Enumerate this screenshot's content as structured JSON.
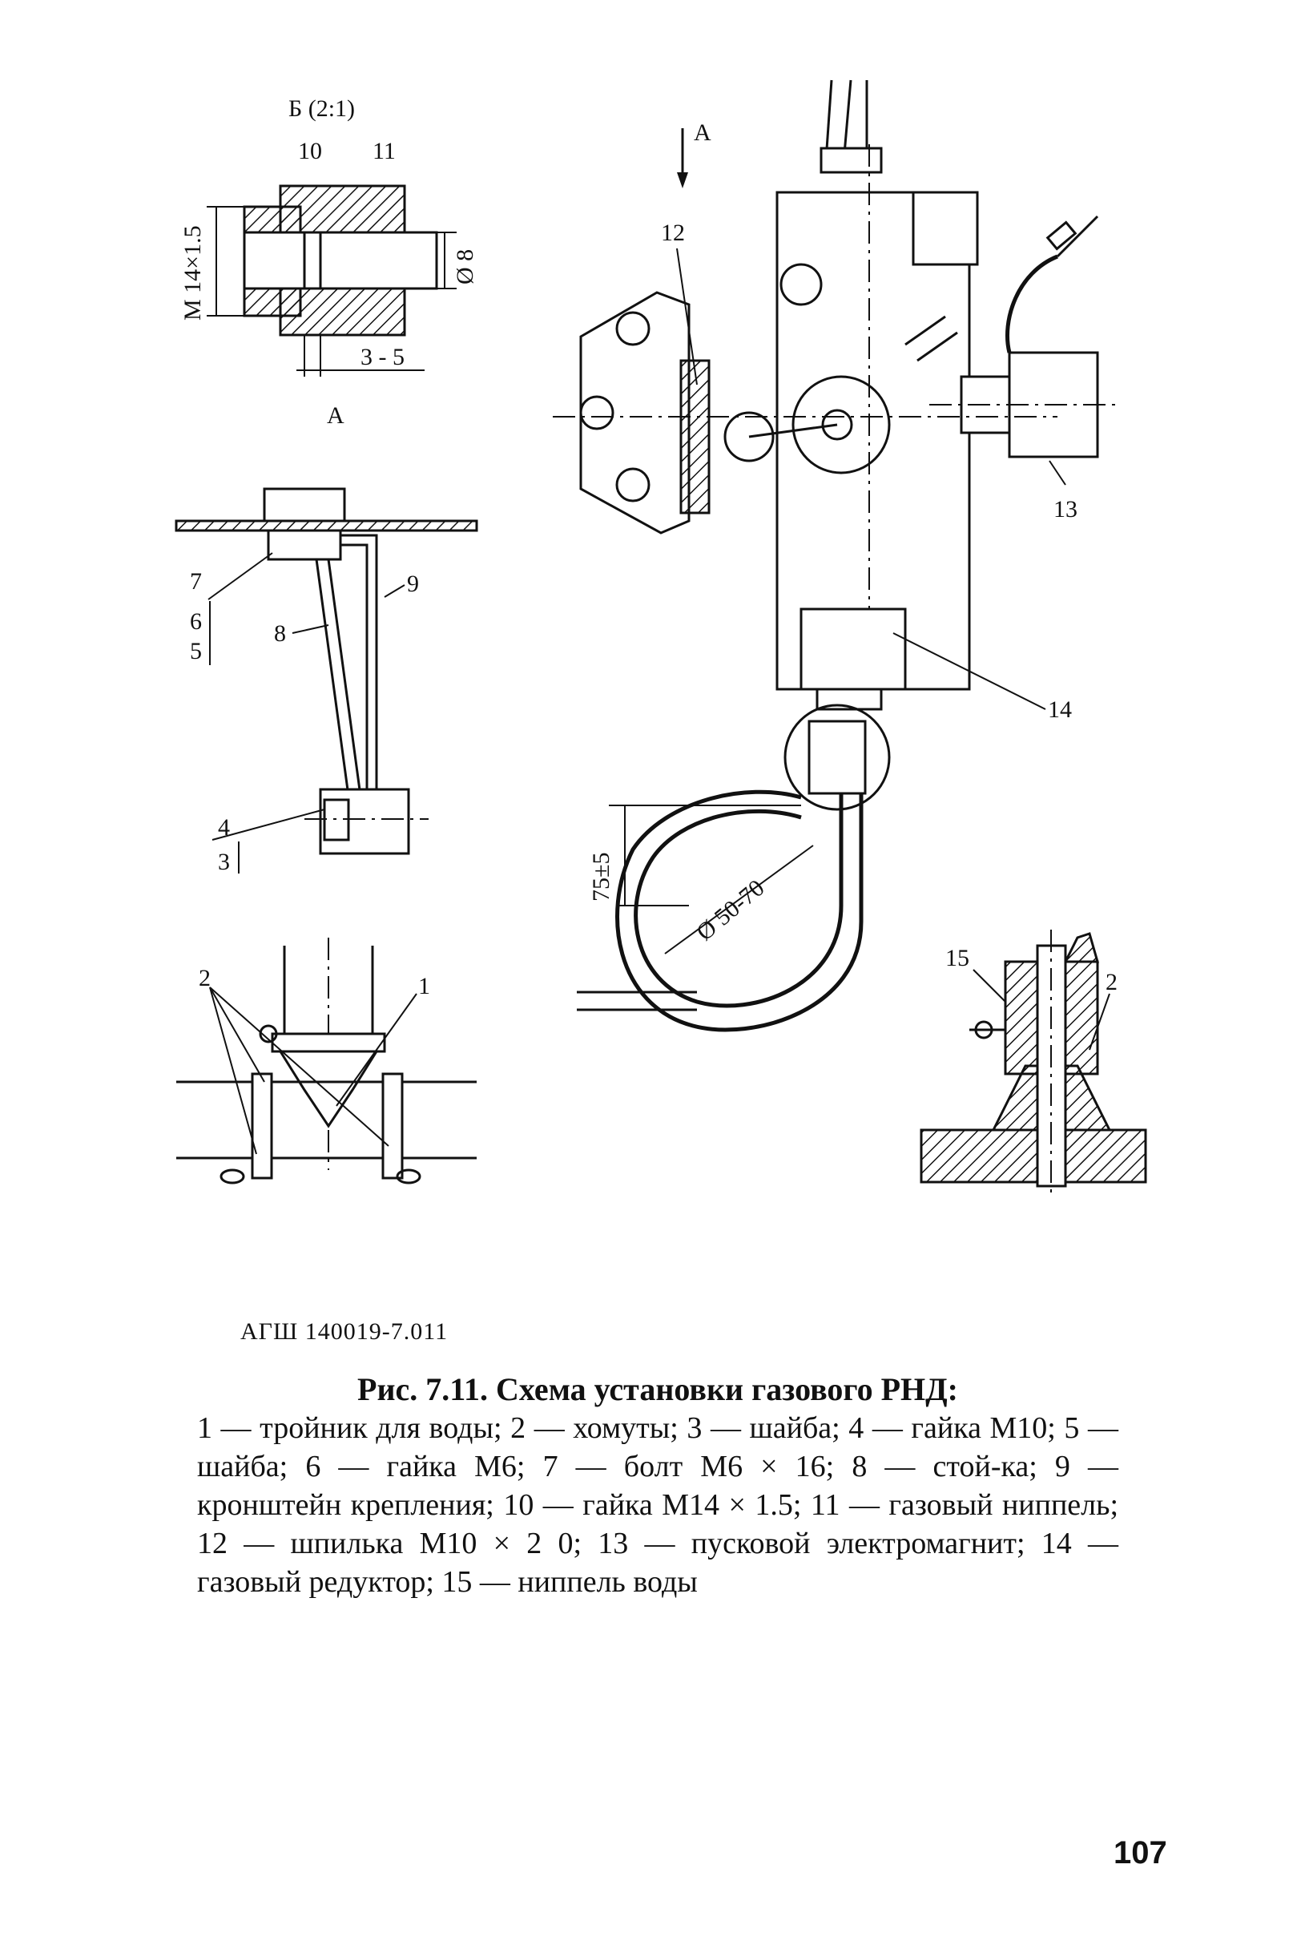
{
  "figure": {
    "detail_b": {
      "title": "Б (2:1)",
      "labels": [
        "10",
        "11"
      ],
      "dim_thread": "М 14×1.5",
      "dim_dia": "Ø 8",
      "dim_len": "3 - 5",
      "view_a": "А"
    },
    "bracket": {
      "labels": [
        "7",
        "6",
        "5",
        "8",
        "9",
        "4",
        "3"
      ]
    },
    "tee": {
      "labels": [
        "2",
        "1"
      ]
    },
    "reducer": {
      "arrow_label": "А",
      "labels": [
        "12",
        "13",
        "14"
      ],
      "dim_height": "75±5",
      "dim_loop": "Ø 50-70"
    },
    "nipple": {
      "labels": [
        "15",
        "2"
      ]
    }
  },
  "doc_code": "АГШ 140019-7.011",
  "caption": {
    "title": "Рис. 7.11. Схема установки газового РНД:",
    "body": "1 — тройник для воды; 2 — хомуты; 3 — шайба; 4 — гайка М10; 5 — шайба; 6 — гайка М6; 7 — болт М6 × 16; 8 — стой-ка; 9 — кронштейн крепления; 10 — гайка М14 × 1.5; 11 — газовый ниппель; 12 — шпилька М10 × 2 0; 13 — пусковой электромагнит; 14 — газовый редуктор; 15 — ниппель воды"
  },
  "page_number": "107"
}
